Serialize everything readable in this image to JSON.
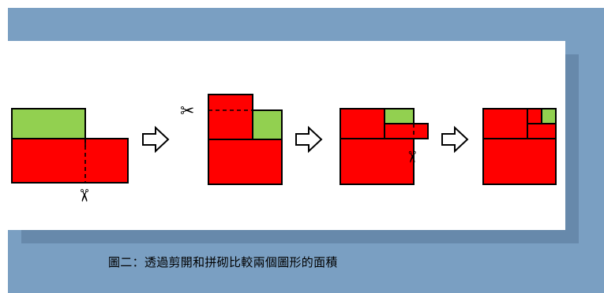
{
  "caption": "圖二：透過剪開和拼砌比較兩個圖形的面積",
  "colors": {
    "background_frame": "#7a9fc2",
    "shadow": "#6789ab",
    "panel": "#ffffff",
    "red_region": "#ff0000",
    "green_region": "#92d050",
    "outline": "#000000"
  },
  "icons": {
    "scissors": "✂",
    "step_arrow": "outlined-right-arrow",
    "corner_mark": "down-right-arrow"
  },
  "steps": [
    {
      "name": "step-1",
      "description": "green rectangle over wide red rectangle, cut line marked"
    },
    {
      "name": "step-2",
      "description": "cut red piece moved on top, second cut marked"
    },
    {
      "name": "step-3",
      "description": "red strip rearranged, third cut marked"
    },
    {
      "name": "step-4",
      "description": "pieces assembled into square"
    }
  ]
}
